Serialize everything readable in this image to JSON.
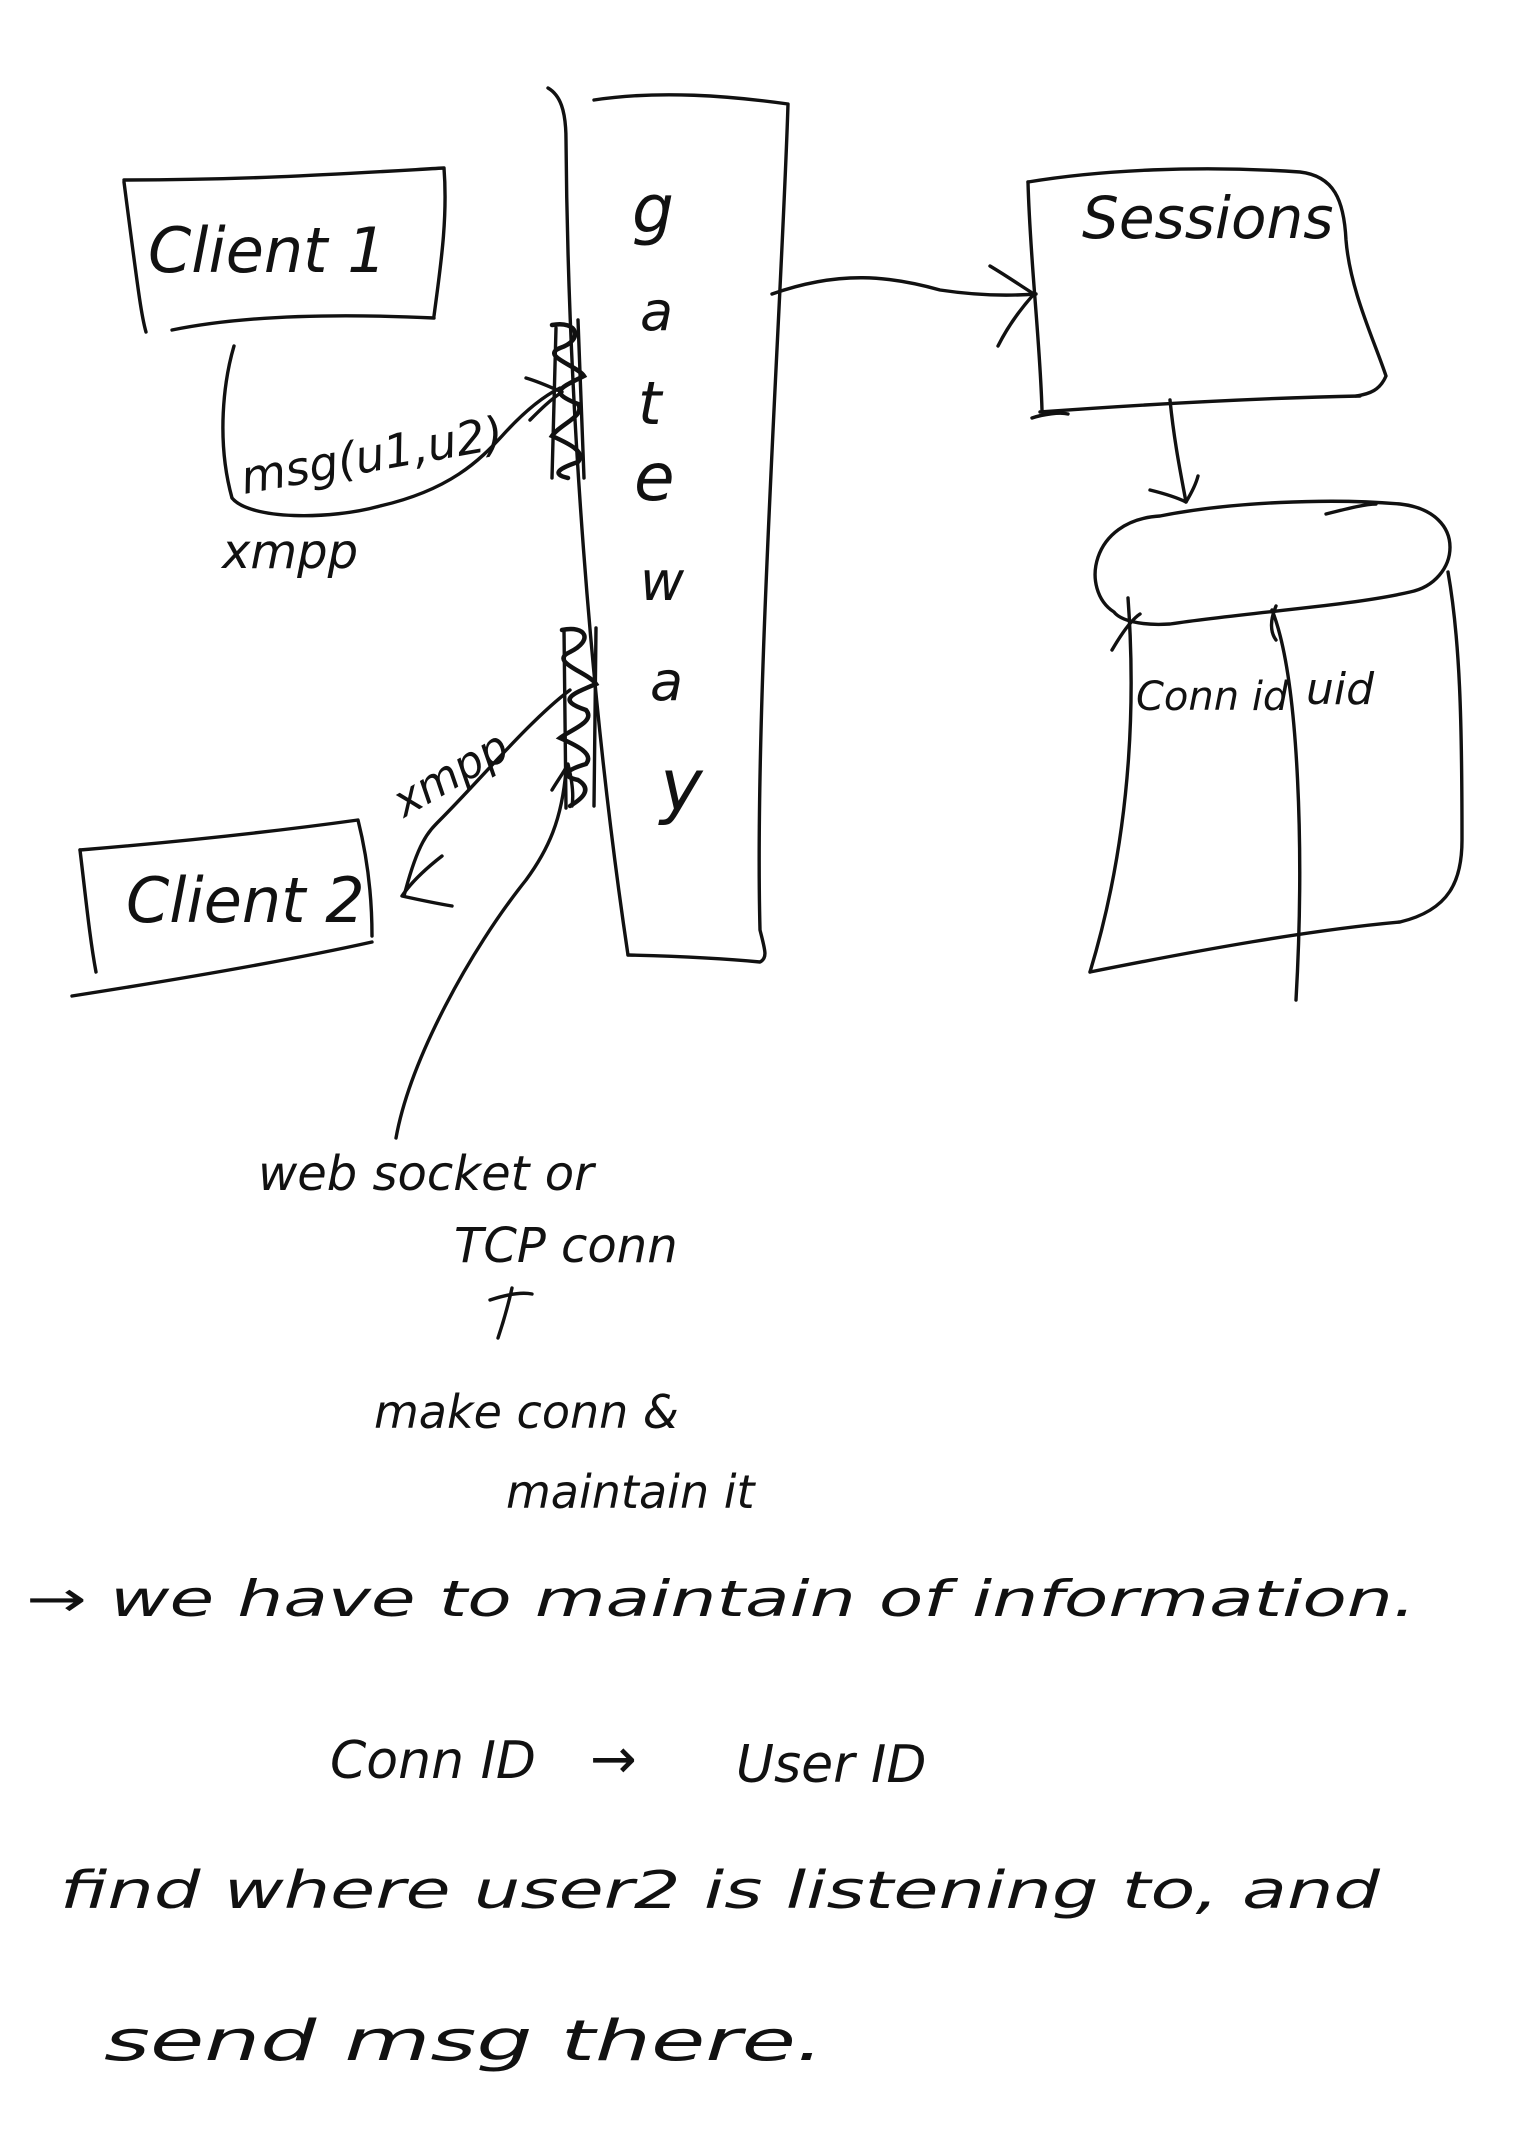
{
  "gateway": {
    "letters": [
      "g",
      "a",
      "t",
      "e",
      "w",
      "a",
      "y"
    ]
  },
  "boxes": {
    "client1": "Client 1",
    "client2": "Client 2",
    "sessions": "Sessions"
  },
  "database": {
    "col1": "Conn id",
    "col2": "uid"
  },
  "edges": {
    "msg_label": "msg(u1,u2)",
    "protocol_1": "xmpp",
    "protocol_2": "xmpp"
  },
  "notes": {
    "conn_line1": "web socket or",
    "conn_line2": "TCP conn",
    "make_line1": "make conn &",
    "make_line2": "maintain it",
    "info": "→ we have to maintain of information.",
    "mapping_left": "Conn ID",
    "mapping_arrow": "→",
    "mapping_right": "User ID",
    "find_line1": "find where user2 is listening to, and",
    "find_line2": "send msg there."
  },
  "colors": {
    "ink": "#111111",
    "paper": "#ffffff"
  }
}
